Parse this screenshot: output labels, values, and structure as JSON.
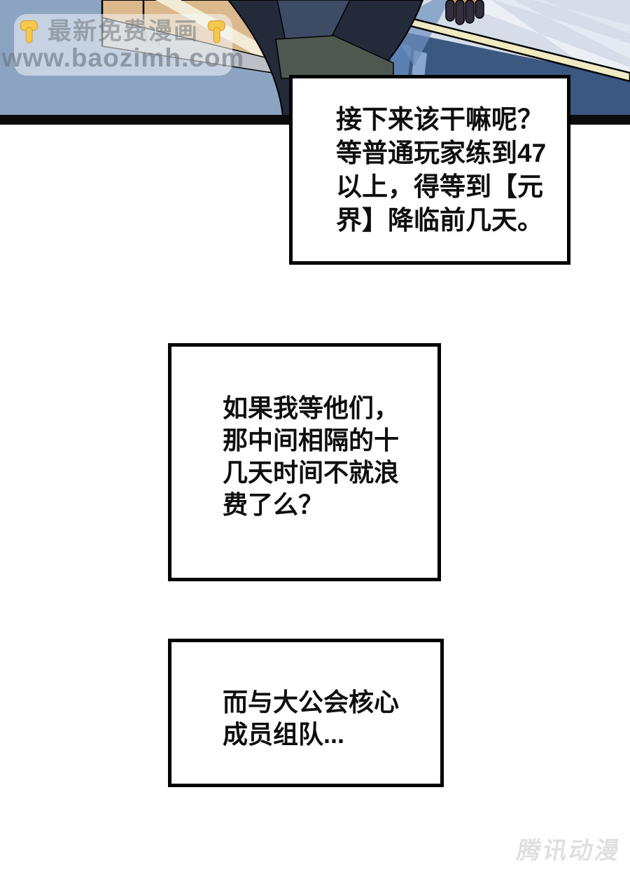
{
  "watermark": {
    "emoji_icon": "finger-down-icon",
    "emoji_char": "👇",
    "title": "最新免费漫画",
    "url": "www.baozimh.com"
  },
  "bubbles": [
    {
      "id": "bubble-1",
      "lines": [
        "接下来该干嘛呢？",
        "等普通玩家练到47",
        "以上，得等到【元",
        "界】降临前几天。"
      ]
    },
    {
      "id": "bubble-2",
      "lines": [
        "如果我等他们，",
        "那中间相隔的十",
        "几天时间不就浪",
        "费了么？"
      ]
    },
    {
      "id": "bubble-3",
      "lines": [
        "而与大公会核心",
        "成员组队..."
      ]
    }
  ],
  "logo": {
    "text": "腾讯动漫"
  },
  "colors": {
    "page_background": "#ffffff",
    "sky": "#8ca3c2",
    "ice": "#d6dce8",
    "under_blade_blue": "#3b5880",
    "blade": "#efeac2",
    "figure_navy": "#232a3a",
    "crate_tan": "#dcb98c",
    "crate_cream": "#f2ecd6",
    "crate_gray": "#bcc0c6",
    "panel_border": "#0c0c0c",
    "emoji_yellow": "#f6c84c",
    "logo_gray": "#e0e0e0"
  }
}
